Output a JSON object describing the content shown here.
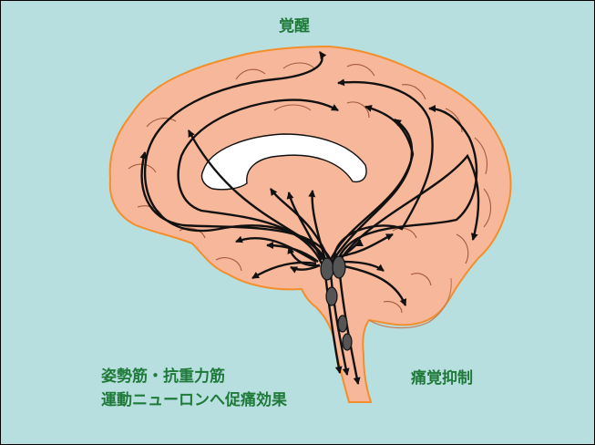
{
  "colors": {
    "background": "#b8dfe0",
    "brain_fill": "#f7b79a",
    "brain_outline": "#f28f2c",
    "ventricle": "#ffffff",
    "nuclei": "#555555",
    "pathway": "#111111",
    "label_text": "#1f7a3a"
  },
  "labels": {
    "top": "覚醒",
    "right": "痛覚抑制",
    "left_line1": "姿勢筋・抗重力筋",
    "left_line2": "運動ニューロンへ促痛効果"
  },
  "icons": [
    "brain-outline",
    "raphe-nuclei",
    "projection-arrows"
  ]
}
